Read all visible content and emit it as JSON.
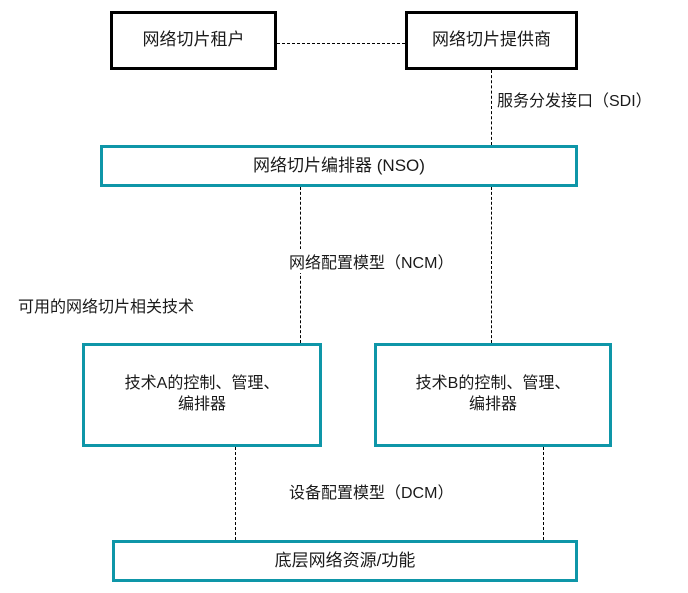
{
  "diagram": {
    "type": "network-slicing-architecture",
    "accent_color": "#0e96a8",
    "outline_color": "#000000",
    "background_color": "#ffffff",
    "nodes": {
      "tenant": {
        "label": "网络切片租户",
        "style": "black-outline"
      },
      "provider": {
        "label": "网络切片提供商",
        "style": "black-outline"
      },
      "nso": {
        "label": "网络切片编排器 (NSO)",
        "style": "teal-outline"
      },
      "tech_a": {
        "label": "技术A的控制、管理、\n编排器",
        "style": "teal-outline"
      },
      "tech_b": {
        "label": "技术B的控制、管理、\n编排器",
        "style": "teal-outline"
      },
      "underlay": {
        "label": "底层网络资源/功能",
        "style": "teal-outline"
      }
    },
    "edge_labels": {
      "sdi": "服务分发接口（SDI）",
      "ncm": "网络配置模型（NCM）",
      "dcm": "设备配置模型（DCM）"
    },
    "annotations": {
      "available_tech": "可用的网络切片相关技术"
    }
  }
}
